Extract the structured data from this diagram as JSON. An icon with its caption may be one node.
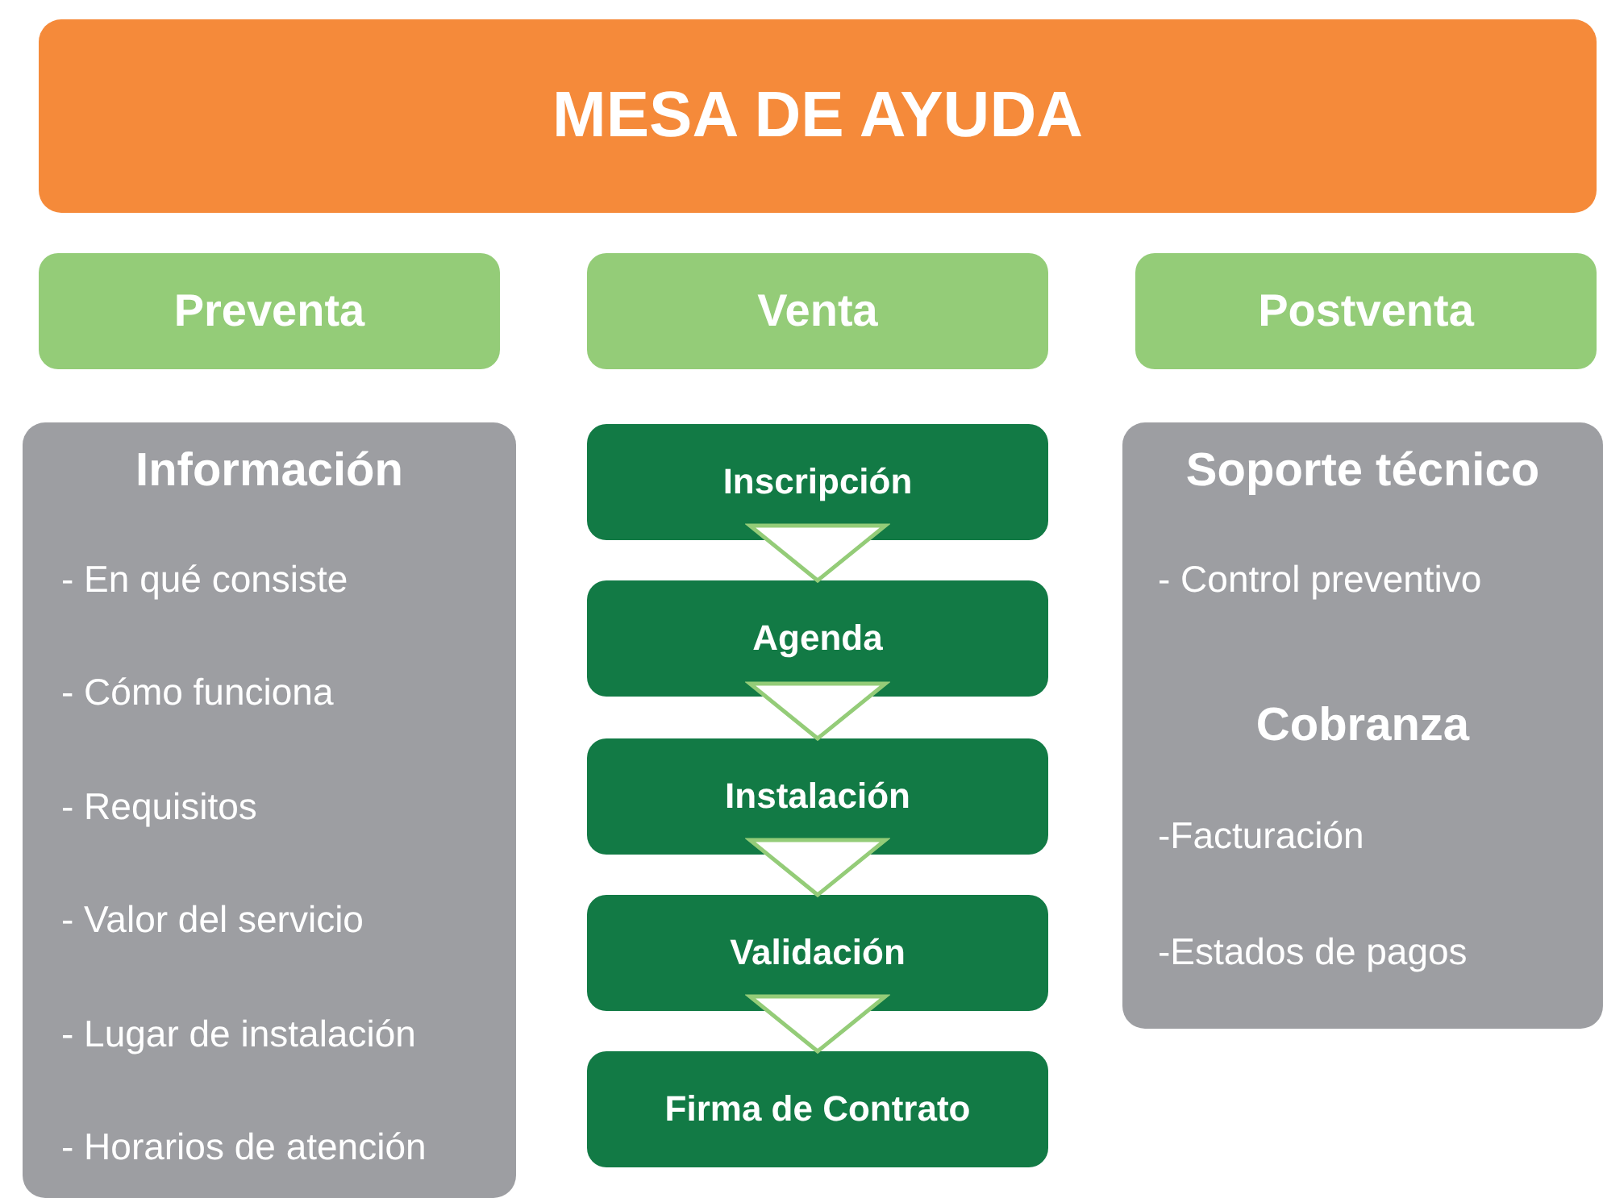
{
  "diagram": {
    "nodes": [
      {
        "text": [
          "MESA DE AYUDA"
        ]
      },
      {
        "text": [
          "Preventa"
        ]
      },
      {
        "text": [
          "Venta"
        ]
      },
      {
        "text": [
          "Postventa"
        ]
      },
      {
        "text": [
          "Información",
          "- En qué consiste",
          "- Cómo funciona",
          "- Requisitos",
          "- Valor del servicio",
          "- Lugar de instalación",
          "- Horarios de atención"
        ]
      },
      {
        "text": [
          "Inscripción"
        ]
      },
      {
        "text": [
          "Agenda"
        ]
      },
      {
        "text": [
          "Instalación"
        ]
      },
      {
        "text": [
          "Validación"
        ]
      },
      {
        "text": [
          "Firma de Contrato"
        ]
      },
      {
        "text": [
          "Soporte técnico",
          "- Control preventivo",
          "Cobranza",
          "-Facturación",
          "-Estados de pagos"
        ]
      }
    ],
    "edges": [
      {
        "from": 5,
        "to": 6,
        "arrow": "to"
      },
      {
        "from": 6,
        "to": 7,
        "arrow": "to"
      },
      {
        "from": 7,
        "to": 8,
        "arrow": "to"
      },
      {
        "from": 8,
        "to": 9,
        "arrow": "to"
      }
    ]
  }
}
